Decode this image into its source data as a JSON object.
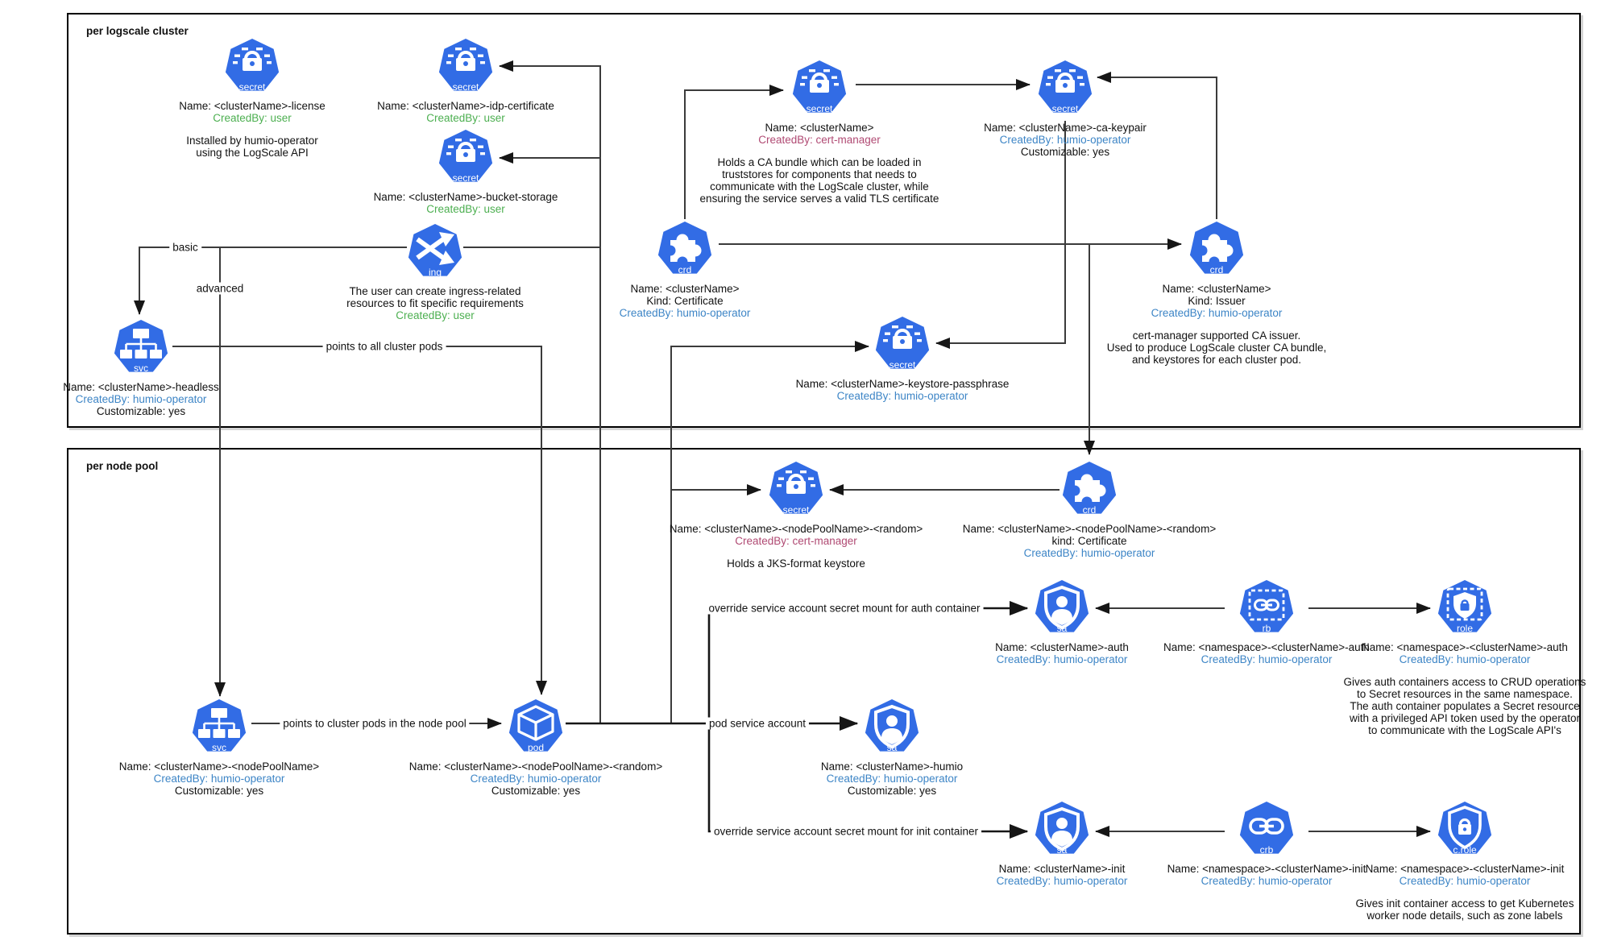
{
  "colors": {
    "k8s_blue": "#326CE5",
    "created_by_user_green": "#4caf50",
    "created_by_operator_blue": "#3d85c6",
    "created_by_certmanager_pink": "#b04a73",
    "wire_gray": "#3b3b3b",
    "wire_black": "#161616"
  },
  "boxes": [
    {
      "title": "per logscale cluster"
    },
    {
      "title": "per node pool"
    }
  ],
  "edge_labels": [
    "basic",
    "advanced",
    "points to all cluster pods",
    "points to cluster pods in the node pool",
    "pod service account",
    "override service account secret mount for auth container",
    "override service account secret mount for init container"
  ],
  "nodes": {
    "license": {
      "badge": "secret",
      "lines": [
        "Name: <clusterName>-license",
        "CreatedBy: user"
      ],
      "note": [
        "Installed by humio-operator",
        "using the LogScale API"
      ]
    },
    "idp": {
      "badge": "secret",
      "lines": [
        "Name: <clusterName>-idp-certificate",
        "CreatedBy: user"
      ]
    },
    "bucket": {
      "badge": "secret",
      "lines": [
        "Name: <clusterName>-bucket-storage",
        "CreatedBy: user"
      ]
    },
    "ing": {
      "badge": "ing",
      "lines": [
        "The user can create ingress-related",
        "resources to fit specific requirements",
        "CreatedBy: user"
      ]
    },
    "svc_headless": {
      "badge": "svc",
      "lines": [
        "Name: <clusterName>-headless",
        "CreatedBy: humio-operator",
        "Customizable: yes"
      ]
    },
    "secret_cm": {
      "badge": "secret",
      "lines": [
        "Name: <clusterName>",
        "CreatedBy: cert-manager"
      ],
      "note": [
        "Holds a CA bundle which can be loaded in",
        "truststores for components that needs to",
        "communicate with the LogScale cluster, while",
        "ensuring the service serves a valid TLS certificate"
      ]
    },
    "ca_keypair": {
      "badge": "secret",
      "lines": [
        "Name: <clusterName>-ca-keypair",
        "CreatedBy: humio-operator",
        "Customizable: yes"
      ]
    },
    "crd_cert": {
      "badge": "crd",
      "lines": [
        "Name: <clusterName>",
        "Kind: Certificate",
        "CreatedBy: humio-operator"
      ]
    },
    "crd_issuer": {
      "badge": "crd",
      "lines": [
        "Name: <clusterName>",
        "Kind: Issuer",
        "CreatedBy: humio-operator"
      ],
      "note": [
        "cert-manager supported CA issuer.",
        "Used to produce LogScale cluster CA bundle,",
        "and keystores for each cluster pod."
      ]
    },
    "keystore": {
      "badge": "secret",
      "lines": [
        "Name: <clusterName>-keystore-passphrase",
        "CreatedBy: humio-operator"
      ]
    },
    "secret_np": {
      "badge": "secret",
      "lines": [
        "Name: <clusterName>-<nodePoolName>-<random>",
        "CreatedBy: cert-manager"
      ],
      "note": [
        "Holds a JKS-format keystore"
      ]
    },
    "crd_np": {
      "badge": "crd",
      "lines": [
        "Name: <clusterName>-<nodePoolName>-<random>",
        "kind: Certificate",
        "CreatedBy: humio-operator"
      ]
    },
    "sa_auth": {
      "badge": "sa",
      "lines": [
        "Name: <clusterName>-auth",
        "CreatedBy: humio-operator"
      ]
    },
    "rb": {
      "badge": "rb",
      "lines": [
        "Name: <namespace>-<clusterName>-auth",
        "CreatedBy: humio-operator"
      ]
    },
    "role": {
      "badge": "role",
      "lines": [
        "Name: <namespace>-<clusterName>-auth",
        "CreatedBy: humio-operator"
      ],
      "note": [
        "Gives auth containers access to CRUD operations",
        "to Secret resources in the same namespace.",
        "The auth container populates a Secret resource",
        "with a privileged API token used by the operator",
        "to communicate with the LogScale API's"
      ]
    },
    "svc_np": {
      "badge": "svc",
      "lines": [
        "Name: <clusterName>-<nodePoolName>",
        "CreatedBy: humio-operator",
        "Customizable: yes"
      ]
    },
    "pod": {
      "badge": "pod",
      "lines": [
        "Name: <clusterName>-<nodePoolName>-<random>",
        "CreatedBy: humio-operator",
        "Customizable: yes"
      ]
    },
    "sa_humio": {
      "badge": "sa",
      "lines": [
        "Name: <clusterName>-humio",
        "CreatedBy: humio-operator",
        "Customizable: yes"
      ]
    },
    "sa_init": {
      "badge": "sa",
      "lines": [
        "Name: <clusterName>-init",
        "CreatedBy: humio-operator"
      ]
    },
    "crb": {
      "badge": "crb",
      "lines": [
        "Name: <namespace>-<clusterName>-init",
        "CreatedBy: humio-operator"
      ]
    },
    "crole": {
      "badge": "c.role",
      "lines": [
        "Name: <namespace>-<clusterName>-init",
        "CreatedBy: humio-operator"
      ],
      "note": [
        "Gives init container access to get Kubernetes",
        "worker node details, such as zone labels"
      ]
    }
  }
}
